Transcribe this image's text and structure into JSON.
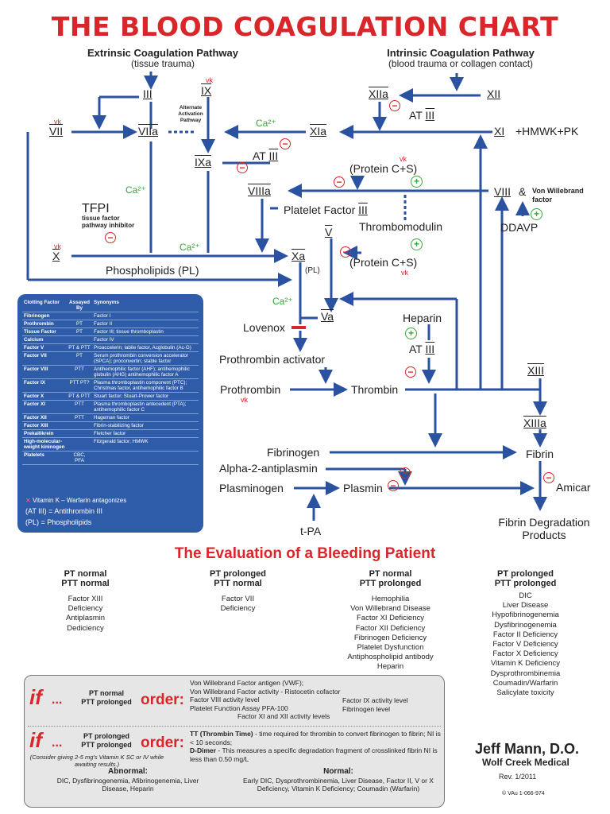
{
  "title": "THE BLOOD COAGULATION CHART",
  "pathways": {
    "extrinsic": {
      "title": "Extrinsic Coagulation Pathway",
      "sub": "(tissue trauma)"
    },
    "intrinsic": {
      "title": "Intrinsic Coagulation Pathway",
      "sub": "(blood trauma or collagen contact)"
    }
  },
  "nodes": {
    "iii": "III",
    "ix": "IX",
    "xiia": "XIIa",
    "xii": "XII",
    "vii": "VII",
    "viia": "VIIa",
    "xia": "XIa",
    "xi": "XI",
    "hmwk": "+HMWK+PK",
    "ixa": "IXa",
    "viiia": "VIIIa",
    "viii": "VIII",
    "vwf_amp": "&",
    "vwf": "Von Willebrand factor",
    "x": "X",
    "xa": "Xa",
    "v": "V",
    "va": "Va",
    "xiii": "XIII",
    "xiiia": "XIIIa"
  },
  "labels": {
    "vk": "vk",
    "ca": "Ca²⁺",
    "alt": "Alternate Activation Pathway",
    "at3": "AT",
    "at3_num": "III",
    "protein_cs": "(Protein C+S)",
    "tfpi": "TFPI",
    "tfpi_sub": "tissue factor pathway inhibitor",
    "platelet_factor": "Platelet Factor",
    "thrombomodulin": "Thrombomodulin",
    "ddavp": "DDAVP",
    "phospholipids": "Phospholipids (PL)",
    "pl": "(PL)",
    "lovenox": "Lovenox",
    "heparin": "Heparin",
    "prothrombin_activator": "Prothrombin activator",
    "prothrombin": "Prothrombin",
    "thrombin": "Thrombin",
    "fibrinogen": "Fibrinogen",
    "fibrin": "Fibrin",
    "alpha2": "Alpha-2-antiplasmin",
    "plasminogen": "Plasminogen",
    "plasmin": "Plasmin",
    "amicar": "Amicar",
    "tpa": "t-PA",
    "fdp": "Fibrin Degradation Products",
    "minus": "−",
    "plus": "+"
  },
  "legend": {
    "headers": [
      "Clotting Factor",
      "Assayed By",
      "Synonyms"
    ],
    "rows": [
      [
        "Fibrinogen",
        "",
        "Factor I"
      ],
      [
        "Prothrombin",
        "PT",
        "Factor II"
      ],
      [
        "Tissue Factor",
        "PT",
        "Factor III; tissue thromboplastin"
      ],
      [
        "Calcium",
        "",
        "Factor IV"
      ],
      [
        "Factor V",
        "PT & PTT",
        "Proaccelerin; labile factor, Acglobulin (Ac-G)"
      ],
      [
        "Factor VII",
        "PT",
        "Serum prothrombin conversion accelerator (SPCA); proconvertin; stable factor"
      ],
      [
        "Factor VIII",
        "PTT",
        "Antihemophilic factor (AHF); antihemophilic globulin (AHG) antihemophilic factor A"
      ],
      [
        "Factor IX",
        "PTT PT?",
        "Plasma thromboplastin component (PTC); Christmas factor, antihemophilic factor B"
      ],
      [
        "Factor X",
        "PT & PTT",
        "Stuart factor; Stuart-Prower factor"
      ],
      [
        "Factor XI",
        "PTT",
        "Plasma thromboplastin antecedent (PTA); antihemophilic factor C"
      ],
      [
        "Factor XII",
        "PTT",
        "Hageman factor"
      ],
      [
        "Factor XIII",
        "",
        "Fibrin-stabilizing factor"
      ],
      [
        "Prekallikrein",
        "",
        "Fletcher factor"
      ],
      [
        "High-molecular-weight kininogen",
        "",
        "Fitzgerald factor; HMWK"
      ],
      [
        "Platelets",
        "CBC, PFA",
        ""
      ]
    ],
    "note_vk": "Vitamin K – Warfarin antagonizes",
    "note_at": "(AT III) = Antithrombin III",
    "note_pl": "(PL) = Phospholipids"
  },
  "evaluation": {
    "title": "The Evaluation of a Bleeding Patient",
    "columns": [
      {
        "h1": "PT normal",
        "h2": "PTT normal",
        "items": [
          "Factor XIII",
          "Deficiency",
          "Antiplasmin",
          "Dediciency"
        ]
      },
      {
        "h1": "PT prolonged",
        "h2": "PTT normal",
        "items": [
          "Factor VII",
          "Deficiency"
        ]
      },
      {
        "h1": "PT normal",
        "h2": "PTT prolonged",
        "items": [
          "Hemophilia",
          "Von Willebrand Disease",
          "Factor XI Deficiency",
          "Factor XII Deficiency",
          "Fibrinogen Deficiency",
          "Platelet Dysfunction",
          "Antiphospholipid antibody",
          "Heparin"
        ]
      },
      {
        "h1": "PT prolonged",
        "h2": "PTT prolonged",
        "items": [
          "DIC",
          "Liver Disease",
          "Hypofibrinogenemia",
          "Dysfibrinogenemia",
          "Factor II Deficiency",
          "Factor V Deficiency",
          "Factor X Deficiency",
          "Vitamin K Deficiency",
          "Dysprothrombinemia",
          "Coumadin/Warfarin",
          "Salicylate toxicity"
        ]
      }
    ]
  },
  "ifbox": {
    "if": "if",
    "dots": "...",
    "order": "order:",
    "row1": {
      "h1": "PT normal",
      "h2": "PTT prolonged",
      "lines": [
        "Von Willebrand Factor antigen (VWF);",
        "Von Willebrand Factor activity - Ristocetin cofactor",
        "Factor VIII activity level",
        "Platelet Function Assay PFA-100",
        "Factor XI and XII activity levels"
      ],
      "right": [
        "Factor IX activity level",
        "Fibrinogen level"
      ]
    },
    "row2": {
      "h1": "PT prolonged",
      "h2": "PTT prolonged",
      "consider": "(Consider giving 2-5 mg's Vitamin K SC or IV while awaiting results.)",
      "tt_b": "TT (Thrombin Time)",
      "tt": " - time required for thrombin to convert fibrinogen to fibrin; NI is < 10 seconds;",
      "dd_b": "D-Dimer",
      "dd": " - This measures a specific degradation fragment of crosslinked fibrin NI is less than 0.50 mg/L",
      "abnormal_h": "Abnormal:",
      "abnormal": "DIC, Dysfibrinogenemia, Afibrinogenemia, Liver Disease, Heparin",
      "normal_h": "Normal:",
      "normal": "Early DIC, Dysprothrombinemia, Liver Disease, Factor II, V or X Deficiency, Vitamin K Deficiency; Coumadin (Warfarin)"
    }
  },
  "author": {
    "name": "Jeff Mann, D.O.",
    "org": "Wolf Creek Medical",
    "rev": "Rev. 1/2011",
    "copy": "© VAu 1-066-974"
  },
  "colors": {
    "arrow": "#2a52a0",
    "red": "#d9262b",
    "green": "#3aa53a",
    "legend_bg": "#2f5ca8"
  }
}
